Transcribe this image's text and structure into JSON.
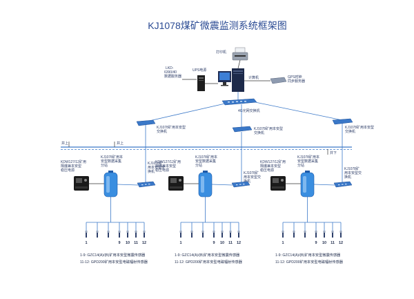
{
  "title": "KJ1078煤矿微震监测系统框架图",
  "colors": {
    "accent": "#3a78c8",
    "title": "#2a4a93",
    "device_dark": "#1d2a4a",
    "station": "#3a8ee0"
  },
  "surface": {
    "printer_label": "打印机",
    "server_label": [
      "LKD-",
      "6390/40",
      "数据服务器"
    ],
    "ups_label": "UPS电源",
    "computer_label": "计算机",
    "gps_label": [
      "GPS时钟",
      "同步服务器"
    ],
    "core_switch_label": "4G光网交换机",
    "switches": [
      {
        "label": [
          "KJ1078矿用本安型",
          "交换机"
        ]
      },
      {
        "label": [
          "KJ1078矿用本安型",
          "交换机"
        ]
      },
      {
        "label": [
          "KJ1078矿用本安型",
          "交换机"
        ]
      }
    ]
  },
  "boundary": {
    "left_above": "井上",
    "above": "井上",
    "below": "井下"
  },
  "groups": [
    {
      "power_label": [
        "KDW127/12矿用",
        "隔爆兼本安型",
        "稳压电源"
      ],
      "station_label": [
        "KJ1078矿用本",
        "安型数据采集",
        "分站"
      ],
      "switch_label": [
        "KJ1078矿",
        "用本安型交",
        "换机"
      ],
      "sensor_numbers": [
        "1",
        "9",
        "10",
        "11",
        "12"
      ],
      "caption": [
        "1-9: GZC14(A)/(B)矿用本安型微震传感器",
        "11-12: GPD200矿用本安型电磁辐射传感器"
      ]
    },
    {
      "power_label": [
        "KDW127/12矿用",
        "隔爆兼本安型",
        "稳压电源"
      ],
      "station_label": [
        "KJ1078矿用本",
        "安型数据采集",
        "分站"
      ],
      "switch_label": [
        "KJ1078矿",
        "用本安型交",
        "换机"
      ],
      "sensor_numbers": [
        "1",
        "9",
        "10",
        "11",
        "12"
      ],
      "caption": [
        "1-9: GZC14(A)/(B)矿用本安型微震传感器",
        "11-12: GPD200矿用本安型电磁辐射传感器"
      ]
    },
    {
      "power_label": [
        "KDW127/12矿用",
        "隔爆兼本安型",
        "稳压电源"
      ],
      "station_label": [
        "KJ1078矿用本",
        "安型数据采集",
        "分站"
      ],
      "switch_label": [
        "KJ1078矿",
        "用本安型交",
        "换机"
      ],
      "sensor_numbers": [
        "1",
        "9",
        "10",
        "11",
        "12"
      ],
      "caption": [
        "1-9: GZC14(A)/(B)矿用本安型微震传感器",
        "11-12: GPD200矿用本安型电磁辐射传感器"
      ]
    }
  ]
}
